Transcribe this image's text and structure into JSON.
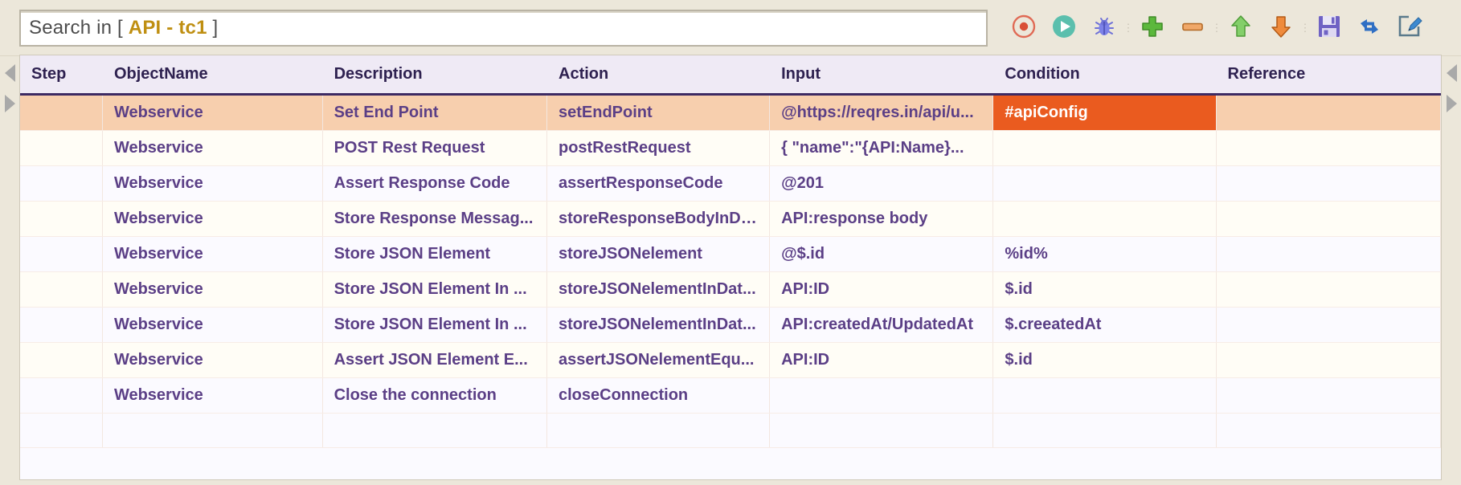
{
  "search": {
    "label_prefix": "Search in [ ",
    "highlight": "API - tc1",
    "label_suffix": " ]",
    "full_text": "Search in [ API - tc1 ]"
  },
  "toolbar": {
    "buttons": [
      {
        "name": "record-icon",
        "label": "Record"
      },
      {
        "name": "play-icon",
        "label": "Run"
      },
      {
        "name": "bug-icon",
        "label": "Debug"
      },
      {
        "name": "plus-icon",
        "label": "Add Step"
      },
      {
        "name": "minus-icon",
        "label": "Remove Step"
      },
      {
        "name": "arrow-up-icon",
        "label": "Move Up"
      },
      {
        "name": "arrow-down-icon",
        "label": "Move Down"
      },
      {
        "name": "save-icon",
        "label": "Save"
      },
      {
        "name": "refresh-icon",
        "label": "Refresh"
      },
      {
        "name": "edit-icon",
        "label": "Edit"
      }
    ]
  },
  "colors": {
    "accent_orange": "#ea5b1f",
    "selected_row": "#f7cfae",
    "header_bg": "#efeaf5",
    "header_text": "#2e2150",
    "cell_text": "#5b3f86",
    "search_highlight": "#bf8f12",
    "action_blue": "#3333cc",
    "action_green": "#5fc13a",
    "action_gold": "#9a6e10"
  },
  "grid": {
    "columns": [
      "Step",
      "ObjectName",
      "Description",
      "Action",
      "Input",
      "Condition",
      "Reference"
    ],
    "rows": [
      {
        "step": "",
        "object_name": "Webservice",
        "description": "Set End Point",
        "action": "setEndPoint",
        "action_style": "blue",
        "input": "@https://reqres.in/api/u...",
        "condition": "#apiConfig",
        "condition_highlight": true,
        "reference": "",
        "selected": true
      },
      {
        "step": "",
        "object_name": "Webservice",
        "description": "POST Rest Request",
        "action": "postRestRequest",
        "action_style": "green",
        "input": "{   \"name\":\"{API:Name}...",
        "condition": "",
        "condition_highlight": false,
        "reference": "",
        "selected": false
      },
      {
        "step": "",
        "object_name": "Webservice",
        "description": "Assert Response Code",
        "action": "assertResponseCode",
        "action_style": "normal",
        "input": "@201",
        "condition": "",
        "condition_highlight": false,
        "reference": "",
        "selected": false
      },
      {
        "step": "",
        "object_name": "Webservice",
        "description": "Store Response Messag...",
        "action": "storeResponseBodyInDa...",
        "action_style": "normal",
        "input": "API:response body",
        "condition": "",
        "condition_highlight": false,
        "reference": "",
        "selected": false
      },
      {
        "step": "",
        "object_name": "Webservice",
        "description": "Store JSON Element",
        "action": "storeJSONelement",
        "action_style": "normal",
        "input": "@$.id",
        "condition": "%id%",
        "condition_highlight": false,
        "reference": "",
        "selected": false
      },
      {
        "step": "",
        "object_name": "Webservice",
        "description": "Store JSON Element In ...",
        "action": "storeJSONelementInDat...",
        "action_style": "normal",
        "input": "API:ID",
        "condition": "$.id",
        "condition_highlight": false,
        "reference": "",
        "selected": false
      },
      {
        "step": "",
        "object_name": "Webservice",
        "description": "Store JSON Element In ...",
        "action": "storeJSONelementInDat...",
        "action_style": "normal",
        "input": "API:createdAt/UpdatedAt",
        "condition": "$.creeatedAt",
        "condition_highlight": false,
        "reference": "",
        "selected": false
      },
      {
        "step": "",
        "object_name": "Webservice",
        "description": "Assert JSON Element E...",
        "action": "assertJSONelementEqu...",
        "action_style": "normal",
        "input": "API:ID",
        "condition": "$.id",
        "condition_highlight": false,
        "reference": "",
        "selected": false
      },
      {
        "step": "",
        "object_name": "Webservice",
        "description": "Close the connection",
        "action": "closeConnection",
        "action_style": "gold",
        "input": "",
        "condition": "",
        "condition_highlight": false,
        "reference": "",
        "selected": false
      }
    ]
  }
}
